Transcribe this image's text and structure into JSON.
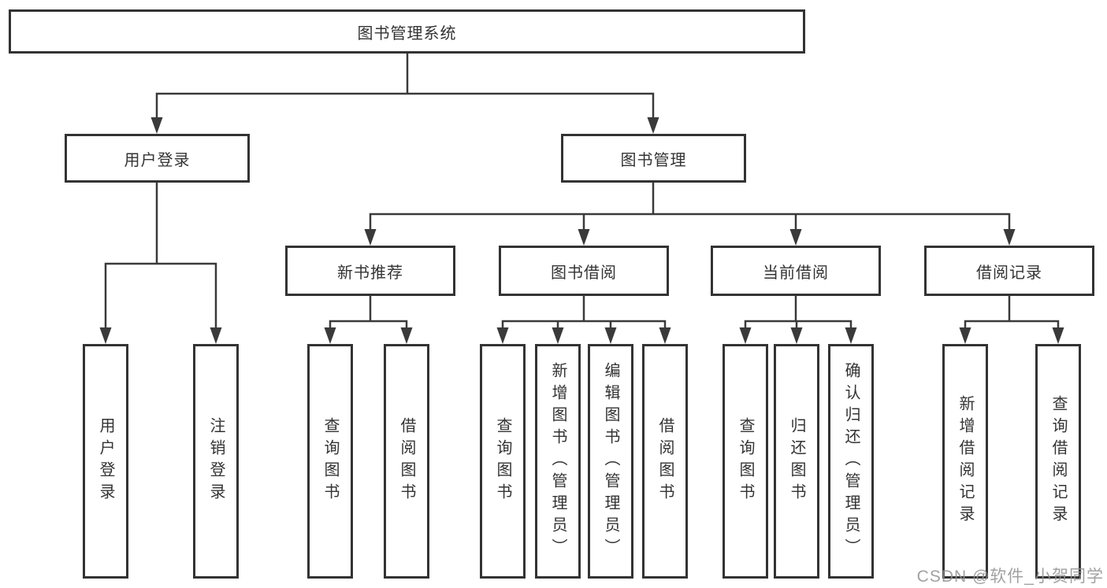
{
  "diagram": {
    "root": "图书管理系统",
    "branches": [
      {
        "label": "用户登录",
        "children": [
          "用户登录",
          "注销登录"
        ]
      },
      {
        "label": "图书管理",
        "groups": [
          {
            "label": "新书推荐",
            "children": [
              "查询图书",
              "借阅图书"
            ]
          },
          {
            "label": "图书借阅",
            "children": [
              "查询图书",
              "新增图书（管理员）",
              "编辑图书（管理员）",
              "借阅图书"
            ]
          },
          {
            "label": "当前借阅",
            "children": [
              "查询图书",
              "归还图书",
              "确认归还（管理员）"
            ]
          },
          {
            "label": "借阅记录",
            "children": [
              "新增借阅记录",
              "查询借阅记录"
            ]
          }
        ]
      }
    ]
  },
  "watermark": "CSDN @软件_小贺同学",
  "colors": {
    "line": "#3a3a3a",
    "box_border": "#333333",
    "text": "#333333",
    "background": "#ffffff",
    "watermark": "#919191"
  }
}
